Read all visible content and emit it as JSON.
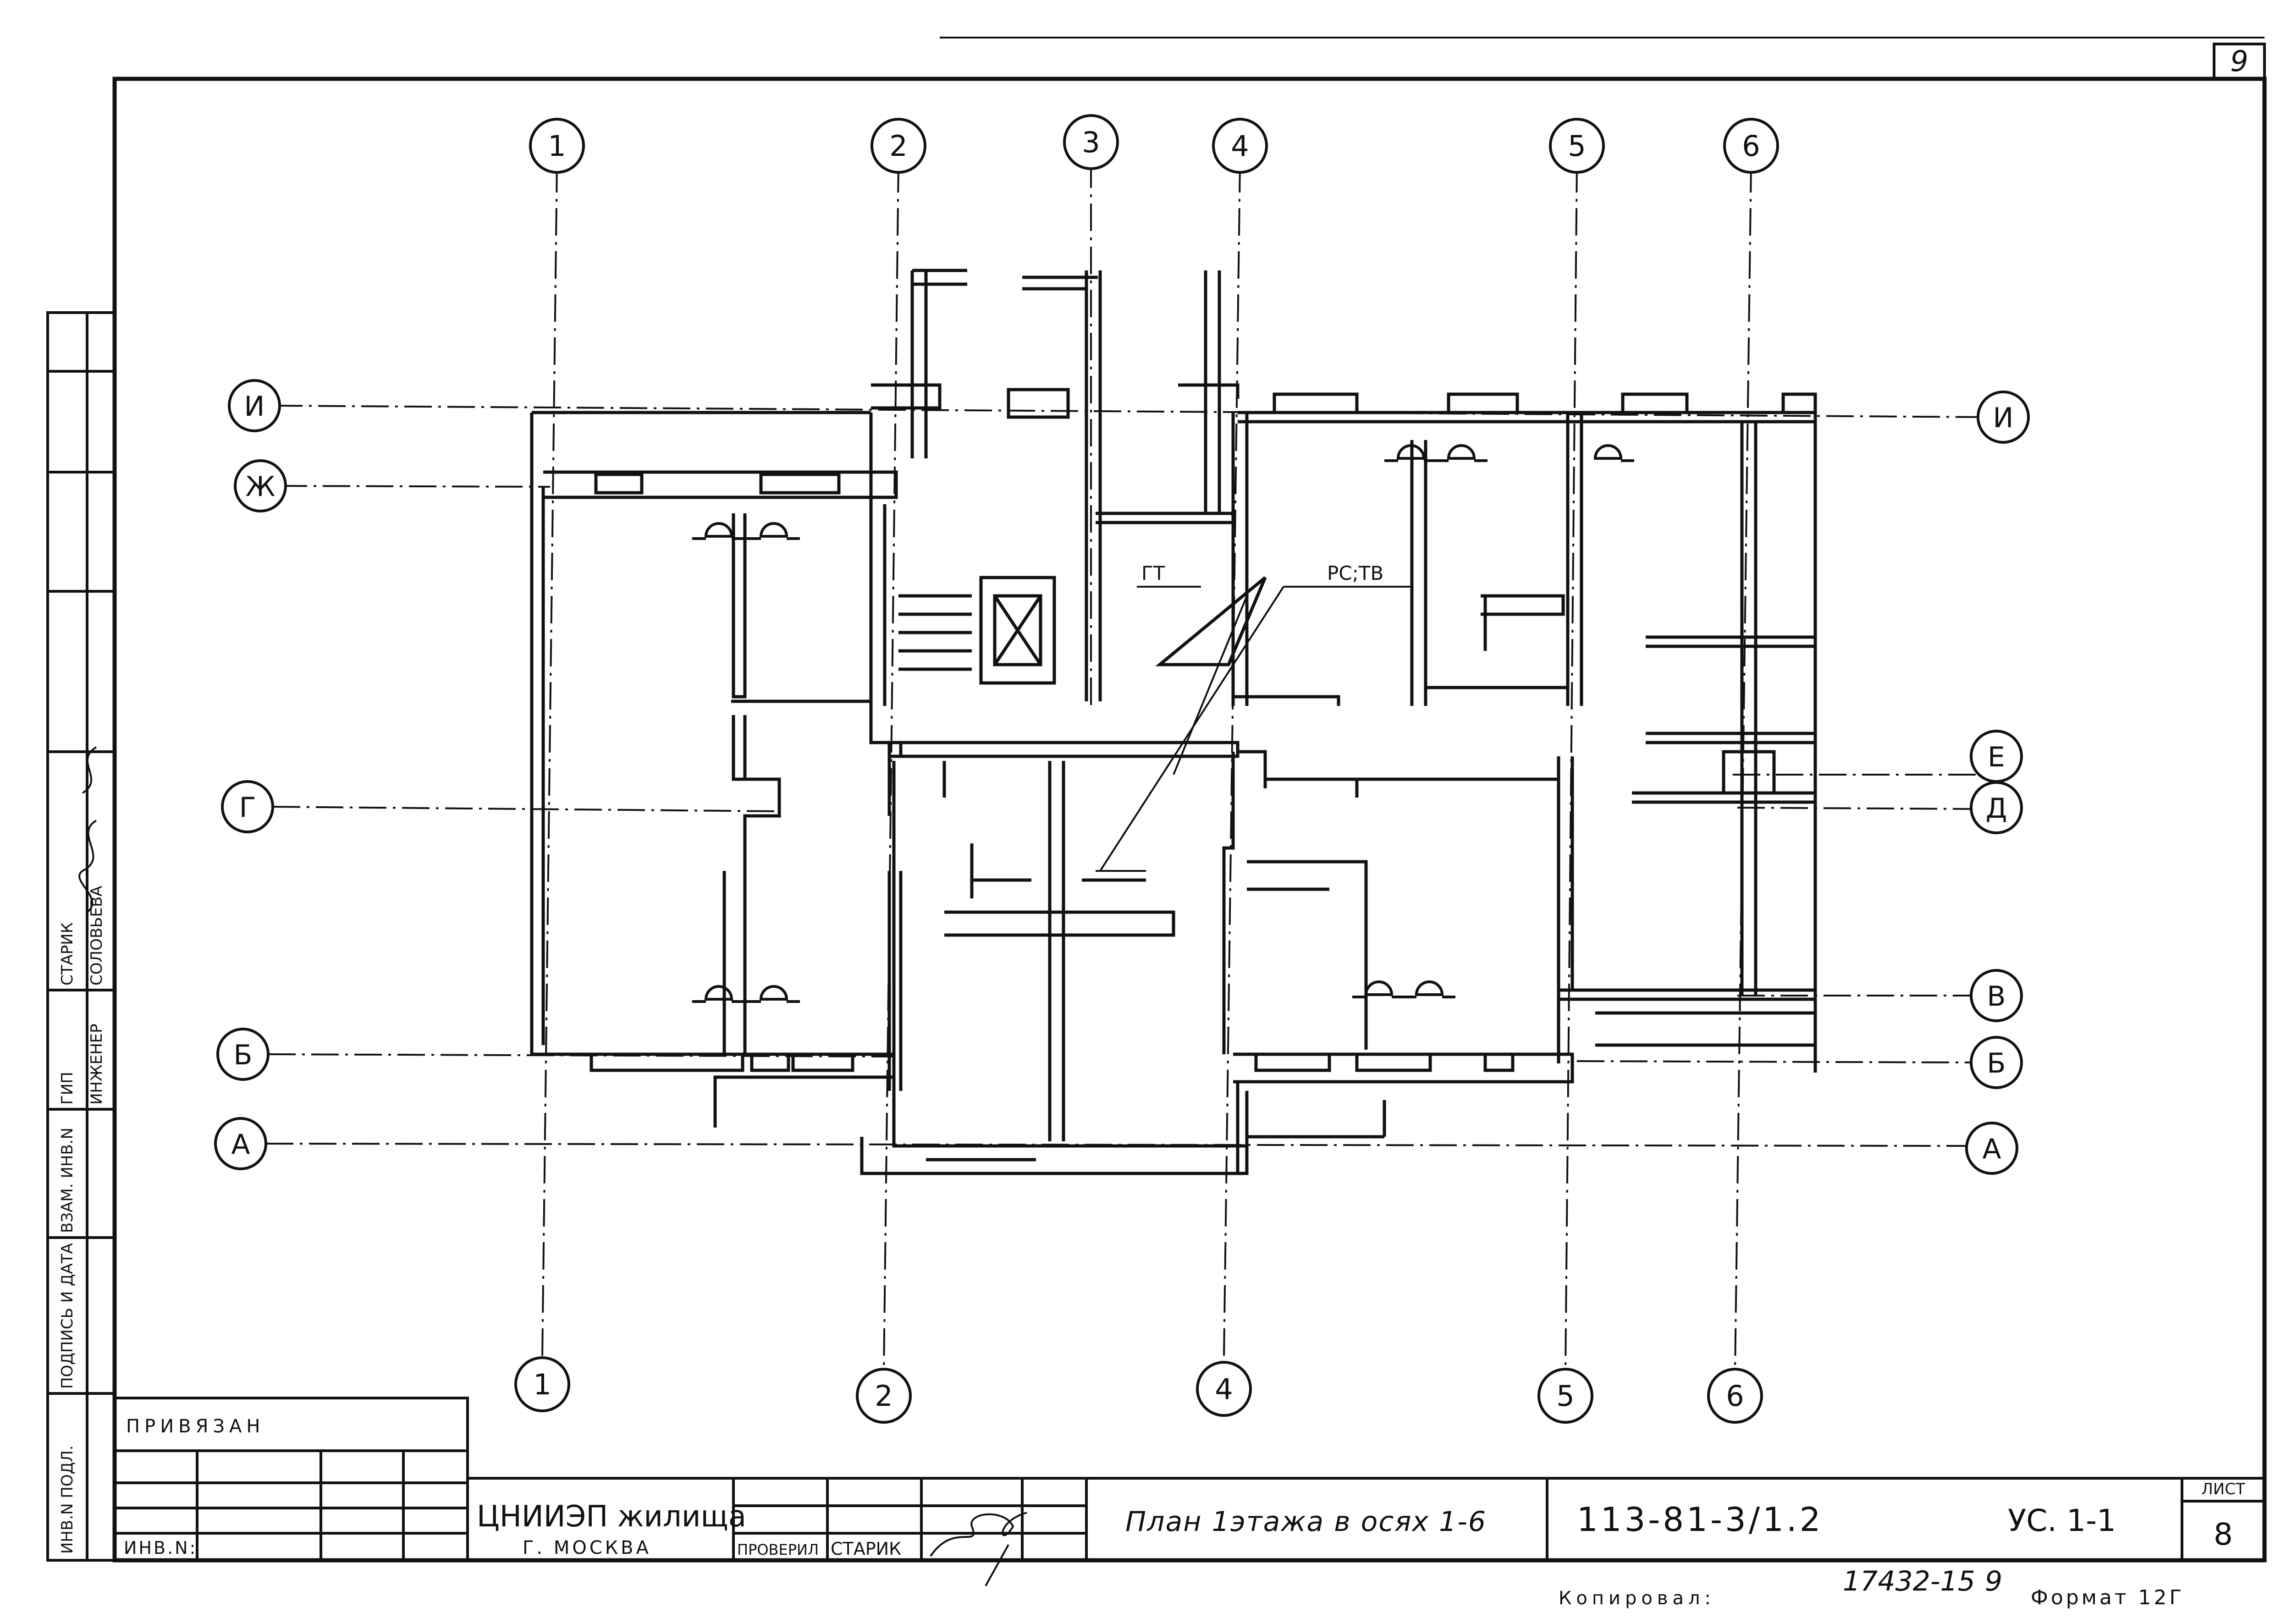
{
  "sheet": {
    "corner_number": "9",
    "sheet_label": "ЛИСТ",
    "sheet_number": "8"
  },
  "title_block": {
    "tied_label": "ПРИВЯЗАН",
    "inv_label": "ИНВ.N:",
    "organization": "ЦНИИЭП жилища",
    "city": "Г. МОСКВА",
    "checked_role": "ПРОВЕРИЛ",
    "checked_name": "СТАРИК",
    "drawing_title": "План 1этажа в осях 1-6",
    "project_code": "113-81-3/1.2",
    "sheet_mark": "УС. 1-1",
    "stamp_number": "17432-15",
    "stamp_suffix": "9",
    "copied_label": "Копировал:",
    "format_label": "Формат 12Г"
  },
  "side_stamp": {
    "cells": [
      "ИНВ.N ПОДЛ.",
      "ПОДПИСЬ И ДАТА",
      "ВЗАМ. ИНВ.N"
    ],
    "roles": [
      "ГИП",
      "ИНЖЕНЕР"
    ],
    "names": [
      "СТАРИК",
      "СОЛОВЬЕВА"
    ]
  },
  "axes": {
    "vertical_top": [
      "1",
      "2",
      "3",
      "4",
      "5",
      "6"
    ],
    "vertical_bottom": [
      "1",
      "2",
      "4",
      "5",
      "6"
    ],
    "horizontal_left": [
      "И",
      "Ж",
      "Г",
      "Б",
      "А"
    ],
    "horizontal_right": [
      "И",
      "Е",
      "Д",
      "В",
      "Б",
      "А"
    ]
  },
  "annotations": {
    "gt": "ГТ",
    "rs_tv": "РС;ТВ"
  }
}
